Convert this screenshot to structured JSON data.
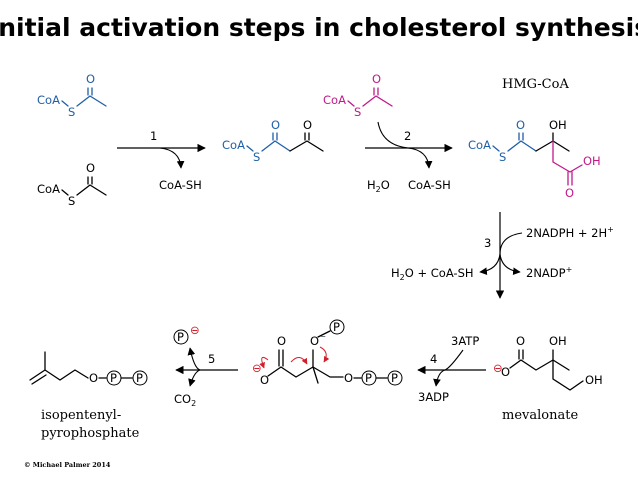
{
  "title": "Initial activation steps in cholesterol synthesis",
  "colors": {
    "acetyl": "#1f5fa8",
    "incoming": "#c2188b",
    "black": "#000000",
    "phosphate_charge": "#d01f2a",
    "push_arrow": "#d01f2a"
  },
  "atoms": {
    "O": "O",
    "S": "S",
    "CoA": "CoA",
    "OH": "OH",
    "P": "P"
  },
  "charge_symbol": "⊖",
  "names": {
    "hmg_coa": "HMG-CoA",
    "mevalonate": "mevalonate",
    "ipp_line1": "isopentenyl-",
    "ipp_line2": "pyrophosphate"
  },
  "steps": [
    {
      "number": "1",
      "product": "CoA-SH"
    },
    {
      "number": "2",
      "reactant": "H2O",
      "product": "CoA-SH"
    },
    {
      "number": "3",
      "reactant": "2NADPH + 2H+",
      "product": "2NADP+",
      "side_product": "H2O + CoA-SH"
    },
    {
      "number": "4",
      "reactant": "3ATP",
      "product": "3ADP"
    },
    {
      "number": "5",
      "product": "CO2"
    }
  ],
  "step_text": {
    "s1_coash": "CoA-SH",
    "s2_h2o_h": "H",
    "s2_h2o_sub": "2",
    "s2_h2o_o": "O",
    "s2_coash": "CoA-SH",
    "s3_nadph": "2NADPH + 2H",
    "s3_plus": "+",
    "s3_nadp": "2NADP",
    "s3_nadp_plus": "+",
    "s3_water_h": "H",
    "s3_water_sub": "2",
    "s3_water_rest": "O + CoA-SH",
    "s4_atp": "3ATP",
    "s4_adp": "3ADP",
    "s5_co": "CO",
    "s5_sub": "2"
  },
  "copyright": "© Michael Palmer 2014"
}
